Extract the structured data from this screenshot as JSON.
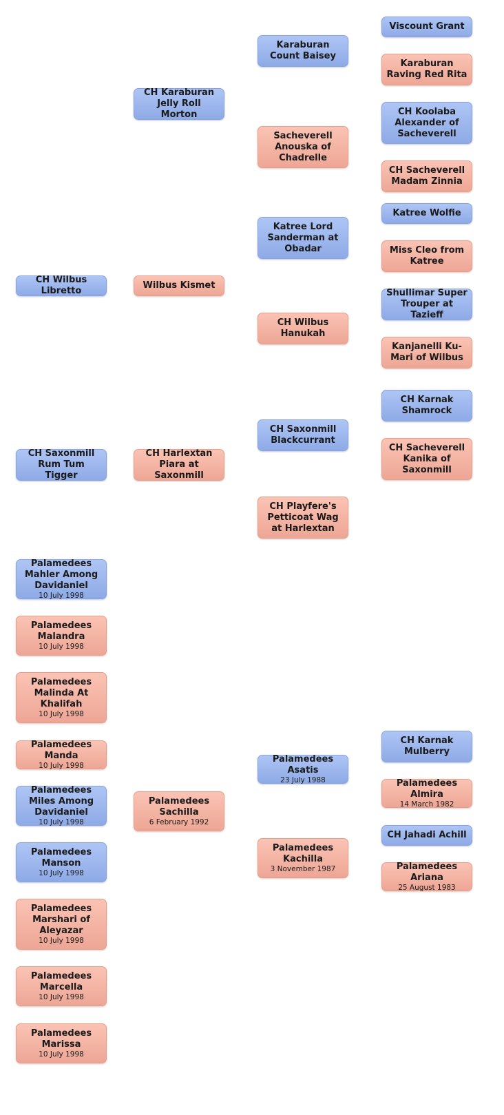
{
  "nodes": [
    {
      "id": "viscount-grant",
      "name": "Viscount Grant",
      "date": "",
      "sex": "male"
    },
    {
      "id": "karaburan-raving-red-rita",
      "name": "Karaburan Raving Red Rita",
      "date": "",
      "sex": "female"
    },
    {
      "id": "ch-koolaba-alexander",
      "name": "CH Koolaba Alexander of Sacheverell",
      "date": "",
      "sex": "male"
    },
    {
      "id": "ch-sacheverell-madam-zinnia",
      "name": "CH Sacheverell Madam Zinnia",
      "date": "",
      "sex": "female"
    },
    {
      "id": "katree-wolfie",
      "name": "Katree Wolfie",
      "date": "",
      "sex": "male"
    },
    {
      "id": "miss-cleo-from-katree",
      "name": "Miss Cleo from Katree",
      "date": "",
      "sex": "female"
    },
    {
      "id": "shullimar-super-trouper",
      "name": "Shullimar Super Trouper at Tazieff",
      "date": "",
      "sex": "male"
    },
    {
      "id": "kanjanelli-ku-mari",
      "name": "Kanjanelli  Ku-Mari of Wilbus",
      "date": "",
      "sex": "female"
    },
    {
      "id": "ch-karnak-shamrock",
      "name": "CH Karnak Shamrock",
      "date": "",
      "sex": "male"
    },
    {
      "id": "ch-sacheverell-kanika",
      "name": "CH Sacheverell Kanika of Saxonmill",
      "date": "",
      "sex": "female"
    },
    {
      "id": "ch-karnak-mulberry",
      "name": "CH Karnak Mulberry",
      "date": "",
      "sex": "male"
    },
    {
      "id": "palamedees-almira",
      "name": "Palamedees Almira",
      "date": "14 March 1982",
      "sex": "female"
    },
    {
      "id": "ch-jahadi-achill",
      "name": "CH Jahadi Achill",
      "date": "",
      "sex": "male"
    },
    {
      "id": "palamedees-ariana",
      "name": "Palamedees Ariana",
      "date": "25 August 1983",
      "sex": "female"
    },
    {
      "id": "karaburan-count-baisey",
      "name": "Karaburan Count Baisey",
      "date": "",
      "sex": "male"
    },
    {
      "id": "sacheverell-anouska",
      "name": "Sacheverell Anouska of Chadrelle",
      "date": "",
      "sex": "female"
    },
    {
      "id": "katree-lord-sanderman",
      "name": "Katree Lord Sanderman at Obadar",
      "date": "",
      "sex": "male"
    },
    {
      "id": "ch-wilbus-hanukah",
      "name": "CH Wilbus Hanukah",
      "date": "",
      "sex": "female"
    },
    {
      "id": "ch-saxonmill-blackcurrant",
      "name": "CH Saxonmill Blackcurrant",
      "date": "",
      "sex": "male"
    },
    {
      "id": "ch-playferes-petticoat-wag",
      "name": "CH Playfere's Petticoat Wag at Harlextan",
      "date": "",
      "sex": "female"
    },
    {
      "id": "palamedees-asatis",
      "name": "Palamedees Asatis",
      "date": "23 July 1988",
      "sex": "male"
    },
    {
      "id": "palamedees-kachilla",
      "name": "Palamedees Kachilla",
      "date": "3 November 1987",
      "sex": "female"
    },
    {
      "id": "ch-karaburan-jelly-roll",
      "name": "CH Karaburan Jelly Roll Morton",
      "date": "",
      "sex": "male"
    },
    {
      "id": "wilbus-kismet",
      "name": "Wilbus Kismet",
      "date": "",
      "sex": "female"
    },
    {
      "id": "ch-harlextan-piara",
      "name": "CH Harlextan Piara at Saxonmill",
      "date": "",
      "sex": "female"
    },
    {
      "id": "palamedees-sachilla",
      "name": "Palamedees Sachilla",
      "date": "6 February 1992",
      "sex": "female"
    },
    {
      "id": "ch-wilbus-libretto",
      "name": "CH Wilbus Libretto",
      "date": "",
      "sex": "male"
    },
    {
      "id": "ch-saxonmill-rum-tum-tigger",
      "name": "CH Saxonmill Rum Tum Tigger",
      "date": "",
      "sex": "male"
    },
    {
      "id": "palamedees-mahler",
      "name": "Palamedees Mahler Among Davidaniel",
      "date": "10 July 1998",
      "sex": "male"
    },
    {
      "id": "palamedees-malandra",
      "name": "Palamedees Malandra",
      "date": "10 July 1998",
      "sex": "female"
    },
    {
      "id": "palamedees-malinda",
      "name": "Palamedees Malinda At Khalifah",
      "date": "10 July 1998",
      "sex": "female"
    },
    {
      "id": "palamedees-manda",
      "name": "Palamedees Manda",
      "date": "10 July 1998",
      "sex": "female"
    },
    {
      "id": "palamedees-miles",
      "name": "Palamedees Miles Among Davidaniel",
      "date": "10 July 1998",
      "sex": "male"
    },
    {
      "id": "palamedees-manson",
      "name": "Palamedees Manson",
      "date": "10 July 1998",
      "sex": "male"
    },
    {
      "id": "palamedees-marshari",
      "name": "Palamedees Marshari of Aleyazar",
      "date": "10 July 1998",
      "sex": "female"
    },
    {
      "id": "palamedees-marcella",
      "name": "Palamedees Marcella",
      "date": "10 July 1998",
      "sex": "female"
    },
    {
      "id": "palamedees-marissa",
      "name": "Palamedees Marissa",
      "date": "10 July 1998",
      "sex": "female"
    }
  ]
}
